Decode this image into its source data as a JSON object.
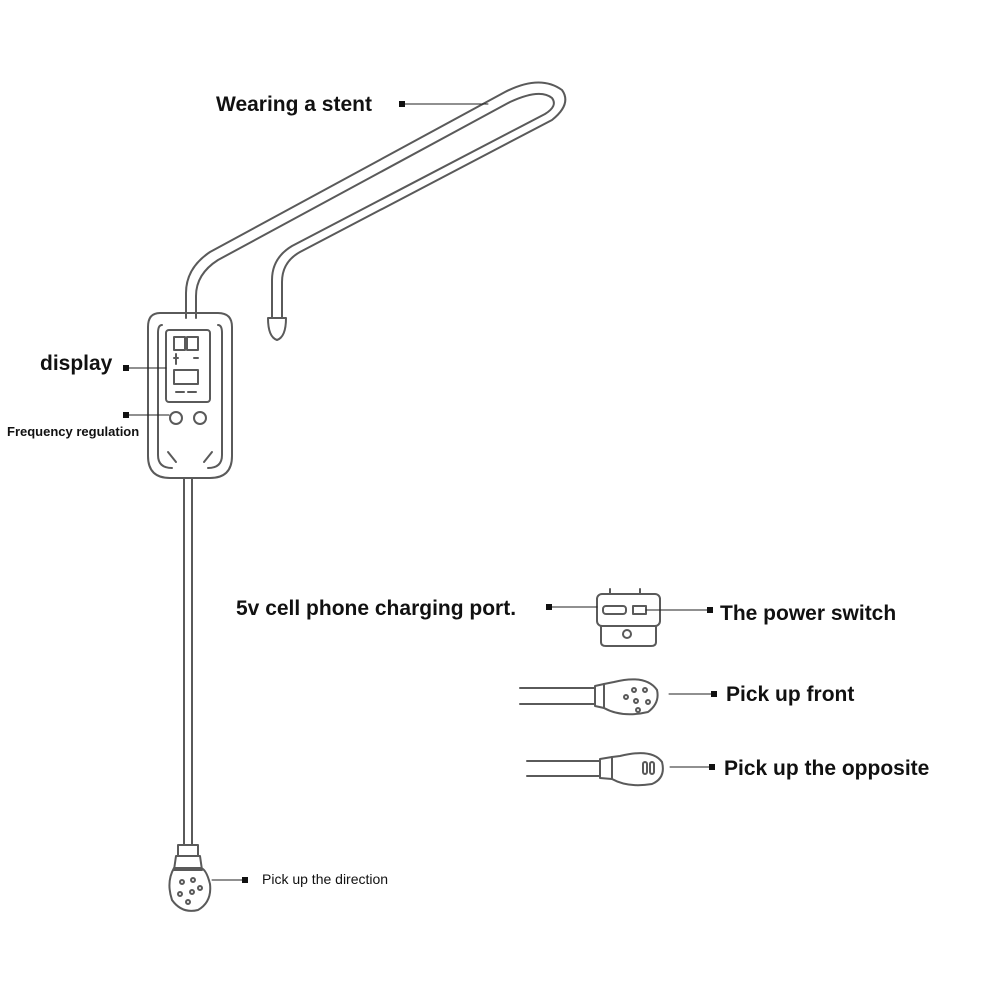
{
  "diagram": {
    "labels": {
      "wearing_stent": "Wearing a stent",
      "display": "display",
      "frequency_regulation": "Frequency regulation",
      "charging_port": "5v cell phone charging port.",
      "power_switch": "The power switch",
      "pick_up_front": "Pick up front",
      "pick_up_opposite": "Pick up the opposite",
      "pick_up_direction": "Pick up the direction"
    },
    "colors": {
      "line": "#5a5a5a",
      "text": "#111111",
      "background": "#ffffff"
    }
  }
}
